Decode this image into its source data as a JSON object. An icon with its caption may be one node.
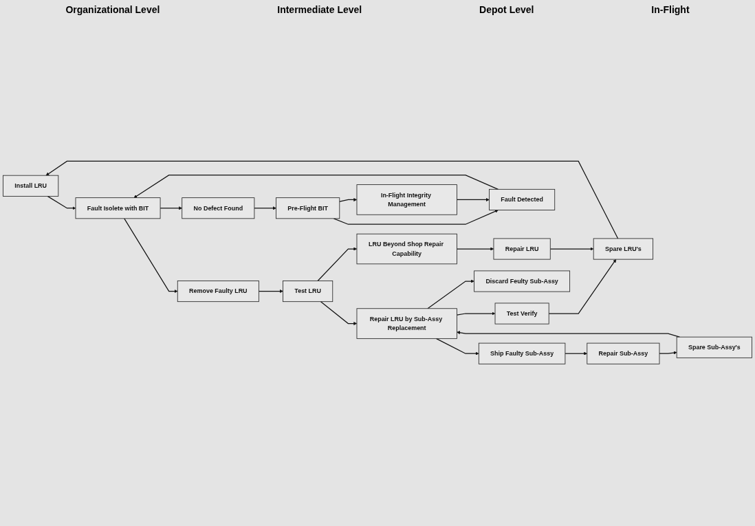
{
  "diagram": {
    "nodes": [
      {
        "text": [
          "Install LRU"
        ]
      },
      {
        "text": [
          "Spare LRU's"
        ]
      },
      {
        "text": [
          "Test Verify"
        ]
      },
      {
        "text": [
          "Spare Sub-Assy's"
        ]
      },
      {
        "text": [
          "No Defect Found"
        ]
      },
      {
        "text": [
          "Pre-Flight BIT"
        ]
      },
      {
        "text": [
          "Fault Detected"
        ]
      },
      {
        "text": [
          "Fault Isolete with BIT"
        ]
      },
      {
        "text": [
          "Remove Faulty LRU"
        ]
      },
      {
        "text": [
          "Test LRU"
        ]
      },
      {
        "text": [
          "Repair LRU by Sub-Assy Replacement"
        ]
      },
      {
        "text": [
          "Ship Faulty Sub-Assy"
        ]
      },
      {
        "text": [
          "Repair Sub-Assy"
        ]
      },
      {
        "text": [
          "Discard Feulty Sub-Assy"
        ]
      },
      {
        "text": [
          "In-Flight Integrity Management"
        ]
      },
      {
        "text": [
          "LRU Beyond Shop Repair Capability"
        ]
      },
      {
        "text": [
          "Repair LRU"
        ]
      }
    ],
    "edges": [
      {
        "from": 1,
        "to": 0,
        "arrow": "to"
      },
      {
        "from": 0,
        "to": 7,
        "arrow": "to"
      },
      {
        "from": 2,
        "to": 1,
        "arrow": "to"
      },
      {
        "from": 16,
        "to": 1,
        "arrow": "to"
      },
      {
        "from": 3,
        "to": 10,
        "arrow": "to"
      },
      {
        "from": 12,
        "to": 3,
        "arrow": "to"
      },
      {
        "from": 10,
        "to": 2,
        "arrow": "to"
      },
      {
        "from": 7,
        "to": 4,
        "arrow": "to"
      },
      {
        "from": 4,
        "to": 5,
        "arrow": "to"
      },
      {
        "from": 5,
        "to": 6,
        "arrow": "to"
      },
      {
        "from": 14,
        "to": 6,
        "arrow": "to"
      },
      {
        "from": 5,
        "to": 14,
        "arrow": "to"
      },
      {
        "from": 6,
        "to": 7,
        "arrow": "to"
      },
      {
        "from": 7,
        "to": 8,
        "arrow": "to"
      },
      {
        "from": 8,
        "to": 9,
        "arrow": "to"
      },
      {
        "from": 9,
        "to": 10,
        "arrow": "to"
      },
      {
        "from": 9,
        "to": 15,
        "arrow": "to"
      },
      {
        "from": 10,
        "to": 11,
        "arrow": "to"
      },
      {
        "from": 10,
        "to": 13,
        "arrow": "to"
      },
      {
        "from": 11,
        "to": 12,
        "arrow": "to"
      },
      {
        "from": 15,
        "to": 16,
        "arrow": "to"
      }
    ],
    "labels": [
      "Organizational Level",
      "Intermediate Level",
      "Depot Level",
      "In-Flight"
    ]
  }
}
